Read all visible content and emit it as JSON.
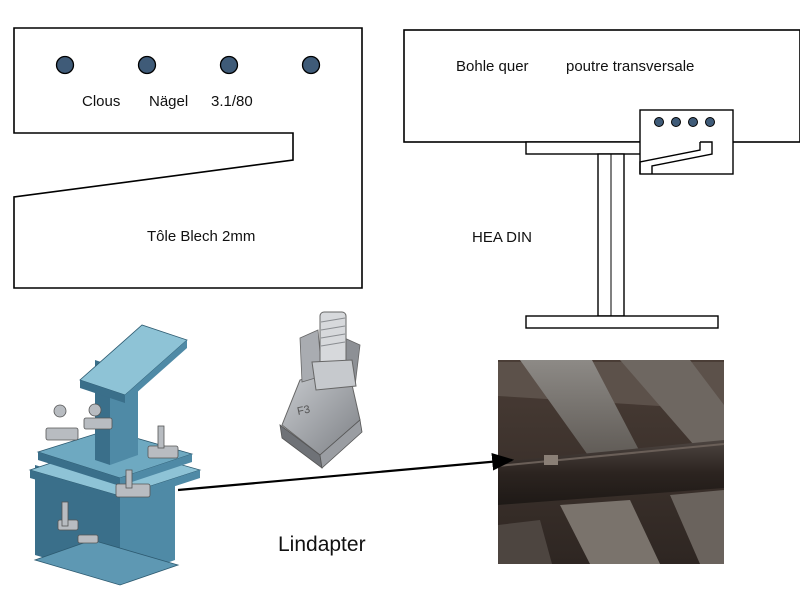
{
  "labels": {
    "clous": "Clous",
    "nagel": "Nägel",
    "nail_size": "3.1/80",
    "sheet": "Tôle  Blech 2mm",
    "bohle": "Bohle quer",
    "poutre": "poutre transversale",
    "hea": "HEA DIN",
    "lindapter": "Lindapter",
    "clamp_mark": "F3"
  },
  "colors": {
    "nail_fill": "#3f5b78",
    "steel_blue": "#4f8aa6",
    "steel_blue_dark": "#3a6f8a",
    "steel_blue_light": "#8ec3d6",
    "clamp_grey": "#8e9196",
    "photo_dark": "#3b302b"
  },
  "icons": [
    "nail-icon",
    "lindapter-clamp-icon",
    "i-beam-3d-icon"
  ]
}
